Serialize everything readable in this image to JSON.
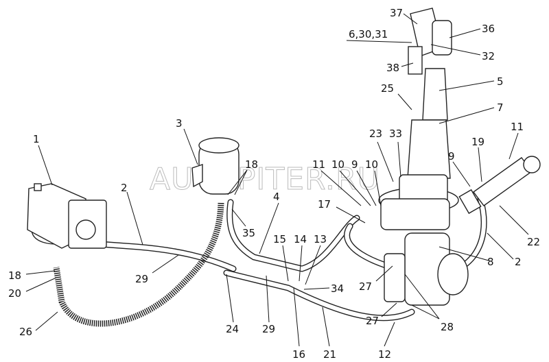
{
  "title": "Power steering system parts diagram",
  "watermark": "AUTOPITER.RU",
  "labels": {
    "l37": "37",
    "l36": "36",
    "l6_30_31": "6,30,31",
    "l32": "32",
    "l38": "38",
    "l5": "5",
    "l25": "25",
    "l7": "7",
    "l3": "3",
    "l1": "1",
    "l11_right": "11",
    "l18_top": "18",
    "l23": "23",
    "l33": "33",
    "l9_right": "9",
    "l19": "19",
    "l11_left": "11",
    "l10_a": "10",
    "l9_left": "9",
    "l10_b": "10",
    "l2_left": "2",
    "l4": "4",
    "l17": "17",
    "l35": "35",
    "l22": "22",
    "l2_right": "2",
    "l8": "8",
    "l15": "15",
    "l14": "14",
    "l13": "13",
    "l18_left": "18",
    "l20": "20",
    "l29_left": "29",
    "l27_top": "27",
    "l34": "34",
    "l27_bottom": "27",
    "l28": "28",
    "l24": "24",
    "l29_mid": "29",
    "l26": "26",
    "l16": "16",
    "l21": "21",
    "l12": "12"
  }
}
